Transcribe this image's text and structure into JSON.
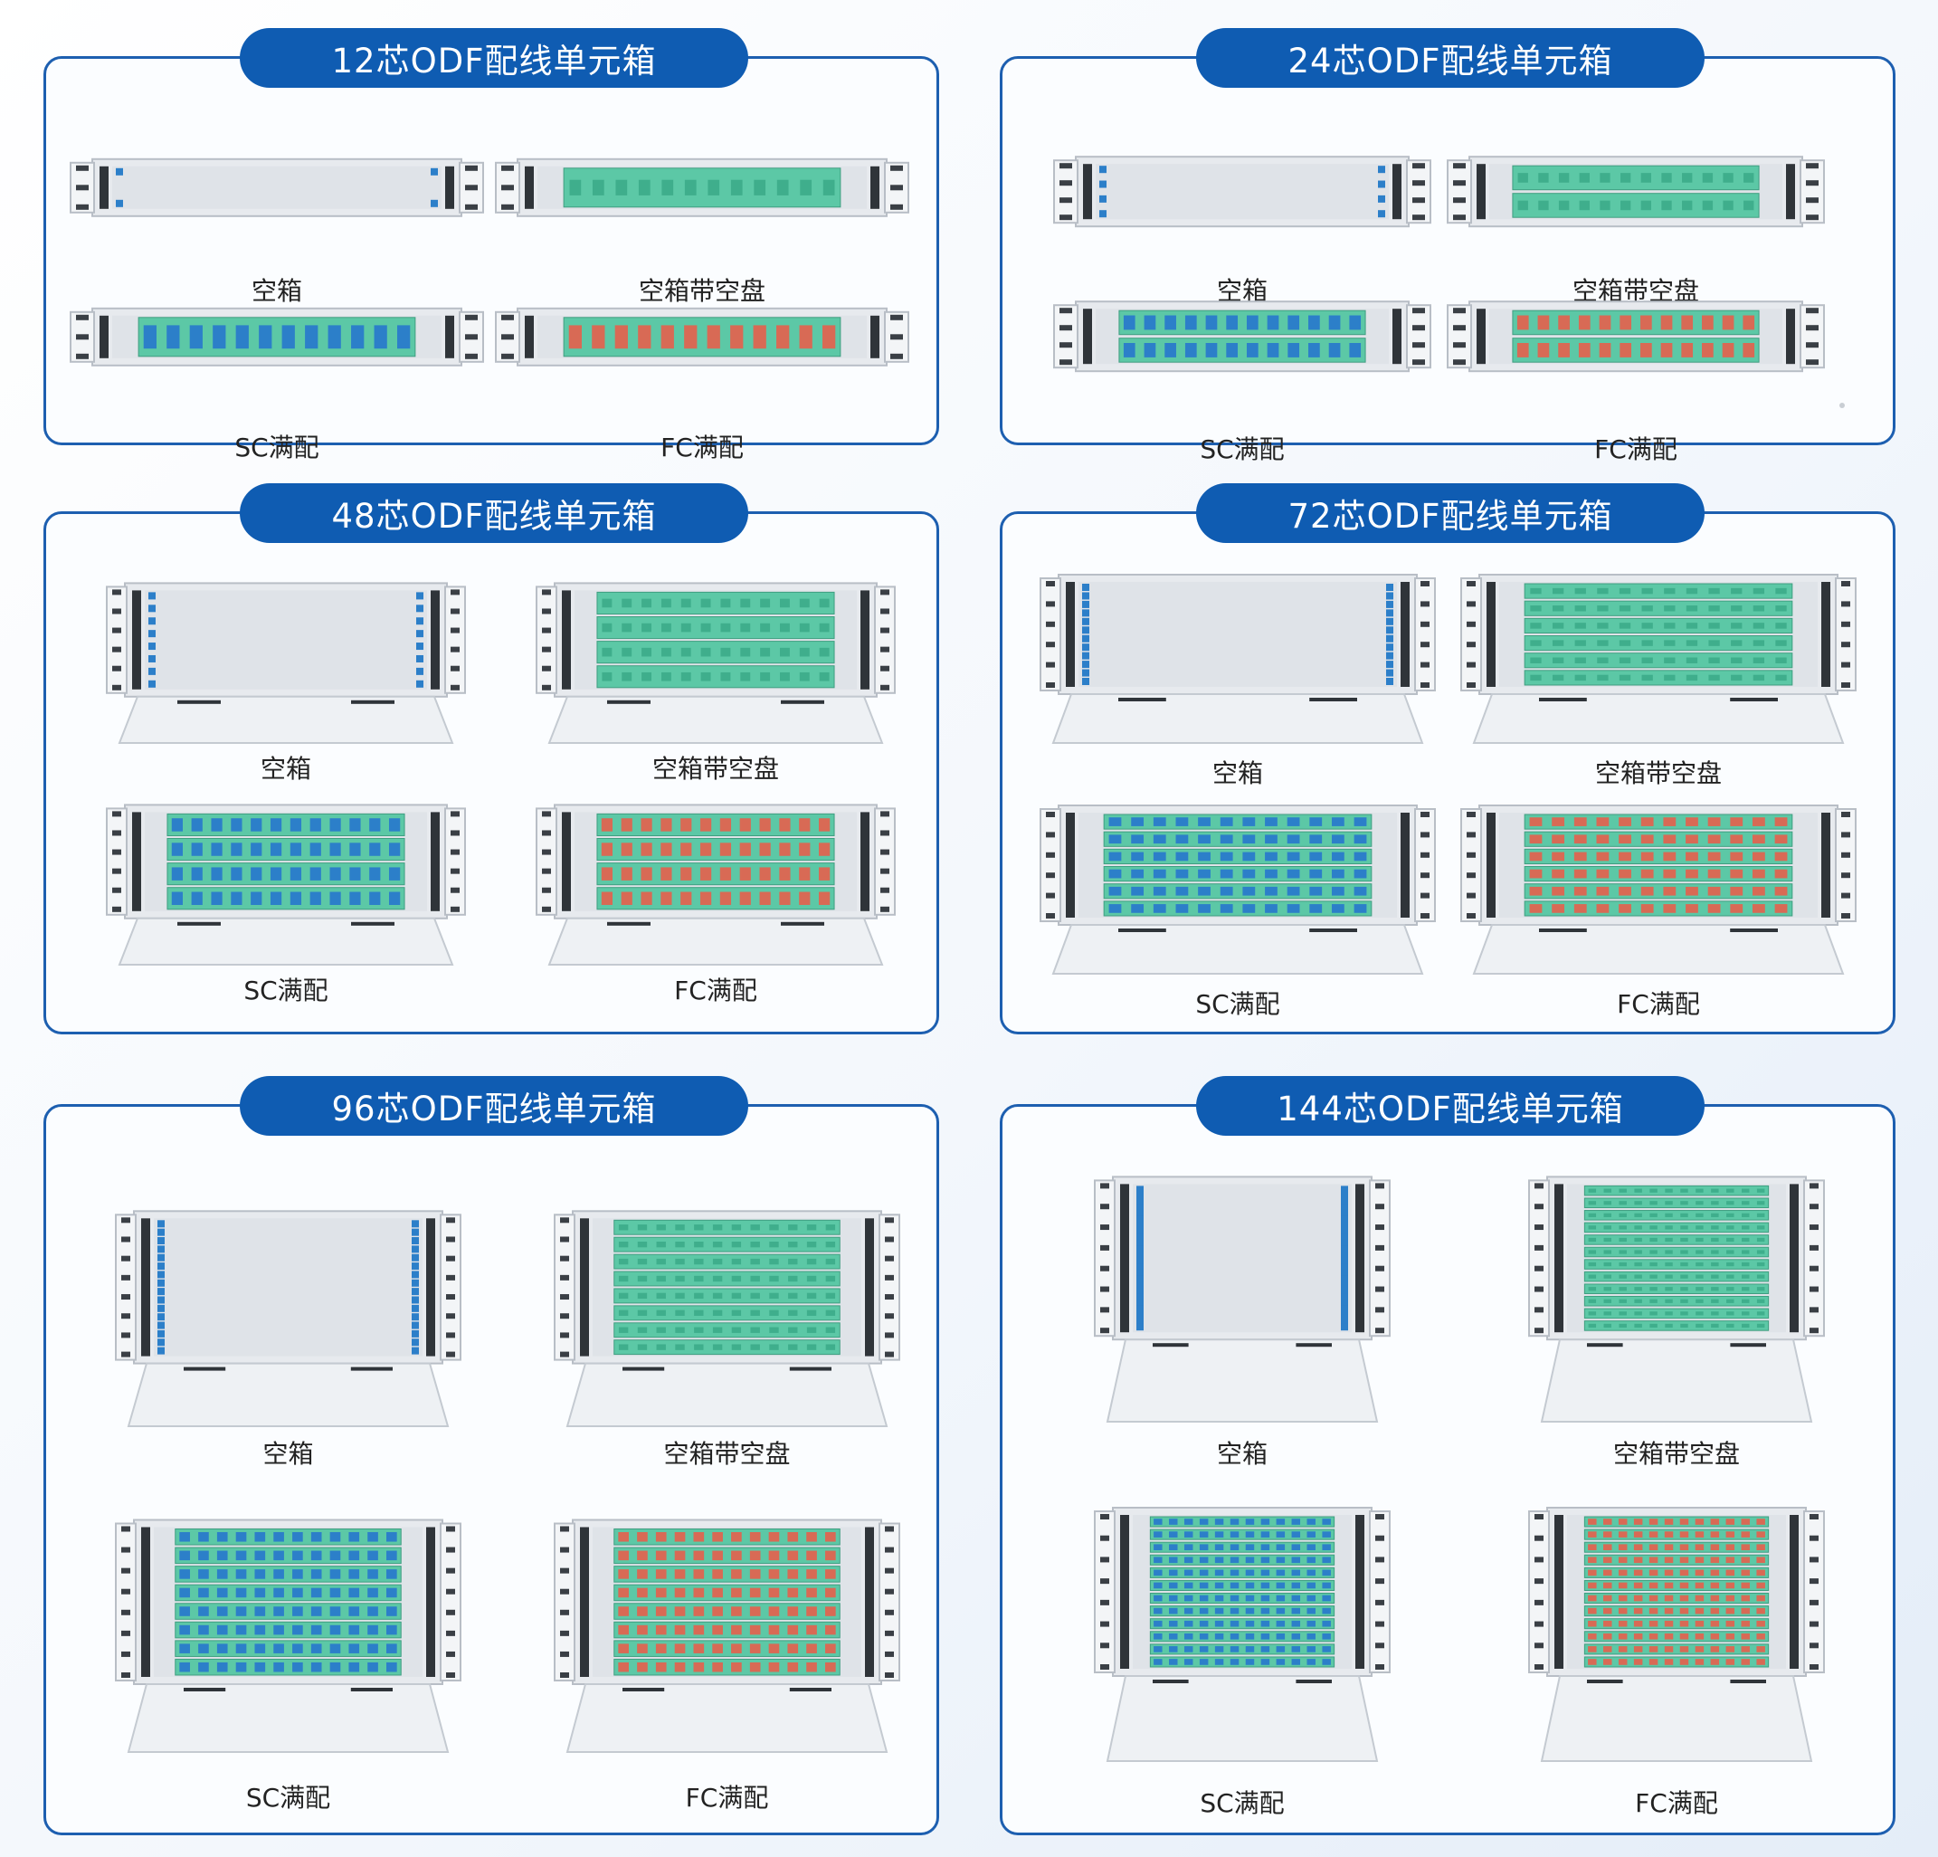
{
  "panels": [
    {
      "title": "12芯ODF配线单元箱",
      "items": [
        {
          "label": "空箱",
          "icon": "odf-1u-empty-icon",
          "fill": "empty"
        },
        {
          "label": "空箱带空盘",
          "icon": "odf-1u-tray-icon",
          "fill": "tray"
        },
        {
          "label": "SC满配",
          "icon": "odf-1u-sc-icon",
          "fill": "sc"
        },
        {
          "label": "FC满配",
          "icon": "odf-1u-fc-icon",
          "fill": "fc"
        }
      ]
    },
    {
      "title": "24芯ODF配线单元箱",
      "items": [
        {
          "label": "空箱",
          "icon": "odf-2u-empty-icon",
          "fill": "empty"
        },
        {
          "label": "空箱带空盘",
          "icon": "odf-2u-tray-icon",
          "fill": "tray"
        },
        {
          "label": "SC满配",
          "icon": "odf-2u-sc-icon",
          "fill": "sc"
        },
        {
          "label": "FC满配",
          "icon": "odf-2u-fc-icon",
          "fill": "fc"
        }
      ]
    },
    {
      "title": "48芯ODF配线单元箱",
      "items": [
        {
          "label": "空箱",
          "icon": "odf-4u-empty-icon",
          "fill": "empty"
        },
        {
          "label": "空箱带空盘",
          "icon": "odf-4u-tray-icon",
          "fill": "tray"
        },
        {
          "label": "SC满配",
          "icon": "odf-4u-sc-icon",
          "fill": "sc"
        },
        {
          "label": "FC满配",
          "icon": "odf-4u-fc-icon",
          "fill": "fc"
        }
      ]
    },
    {
      "title": "72芯ODF配线单元箱",
      "items": [
        {
          "label": "空箱",
          "icon": "odf-6u-empty-icon",
          "fill": "empty"
        },
        {
          "label": "空箱带空盘",
          "icon": "odf-6u-tray-icon",
          "fill": "tray"
        },
        {
          "label": "SC满配",
          "icon": "odf-6u-sc-icon",
          "fill": "sc"
        },
        {
          "label": "FC满配",
          "icon": "odf-6u-fc-icon",
          "fill": "fc"
        }
      ]
    },
    {
      "title": "96芯ODF配线单元箱",
      "items": [
        {
          "label": "空箱",
          "icon": "odf-8u-empty-icon",
          "fill": "empty"
        },
        {
          "label": "空箱带空盘",
          "icon": "odf-8u-tray-icon",
          "fill": "tray"
        },
        {
          "label": "SC满配",
          "icon": "odf-8u-sc-icon",
          "fill": "sc"
        },
        {
          "label": "FC满配",
          "icon": "odf-8u-fc-icon",
          "fill": "fc"
        }
      ]
    },
    {
      "title": "144芯ODF配线单元箱",
      "items": [
        {
          "label": "空箱",
          "icon": "odf-12u-empty-icon",
          "fill": "empty"
        },
        {
          "label": "空箱带空盘",
          "icon": "odf-12u-tray-icon",
          "fill": "tray"
        },
        {
          "label": "SC满配",
          "icon": "odf-12u-sc-icon",
          "fill": "sc"
        },
        {
          "label": "FC满配",
          "icon": "odf-12u-fc-icon",
          "fill": "fc"
        }
      ]
    }
  ],
  "colors": {
    "accent": "#0f5cb2",
    "border": "#1d5fb0",
    "tray_green": "#5cc8a6",
    "sc_port": "#2c7fc9",
    "fc_port": "#d86a55",
    "metal": "#e7eaee"
  }
}
